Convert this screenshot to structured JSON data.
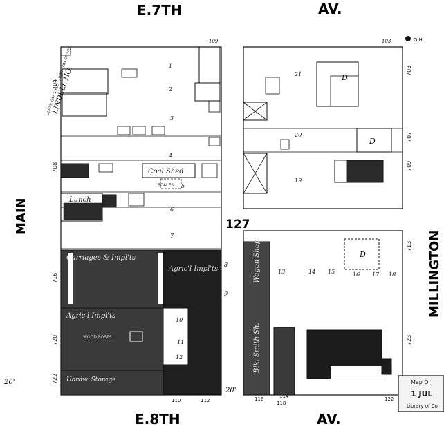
{
  "streets": {
    "north": "E.7TH",
    "north_av": "AV.",
    "south": "E.8TH",
    "south_av": "AV.",
    "west": "MAIN",
    "east": "MILLINGTON"
  },
  "block_number": "127",
  "width_label_left": "20'",
  "width_label_right": "20'",
  "west_block": {
    "hotel_label": "LINDELL HO.",
    "hotel_note": "LIGHTS: GAS & ELEC. HEAT: COAL STOVES",
    "addresses": [
      "708",
      "704",
      "702",
      "716",
      "720",
      "722"
    ],
    "lot_numbers": [
      "1",
      "2",
      "3",
      "4",
      "5",
      "6",
      "7",
      "8",
      "9",
      "10",
      "11",
      "12"
    ],
    "coal_shed": "Coal Shed",
    "scales": "SCALES",
    "lunch": "Lunch",
    "carriages": "Carriages & Impl'ts",
    "agricl": "Agric'l Impl'ts",
    "agricl_right": "Agric'l Impl'ts",
    "wood_posts": "WOOD POSTS",
    "hardware": "Hardw. Storage",
    "bottom_nums": [
      "110",
      "112"
    ],
    "top_num": "109"
  },
  "east_block": {
    "lot_numbers": [
      "21",
      "20",
      "19",
      "13",
      "14",
      "15",
      "16",
      "17",
      "18"
    ],
    "addresses": [
      "703",
      "707",
      "709",
      "713",
      "723"
    ],
    "wagon_shop": "Wagon Shop.",
    "smith_shop": "Blk. Smith Sh.",
    "dwelling": "D",
    "top_num": "103",
    "bottom_nums": [
      "116",
      "114",
      "118",
      "122"
    ],
    "oh": "O.H."
  },
  "stamp": {
    "line1": "Map D",
    "line2": "1 JUL",
    "line3": "Library of Co"
  },
  "map_colors": {
    "ink": "#111111",
    "dark_fill": "#2a2a2a",
    "paper": "#ffffff"
  }
}
